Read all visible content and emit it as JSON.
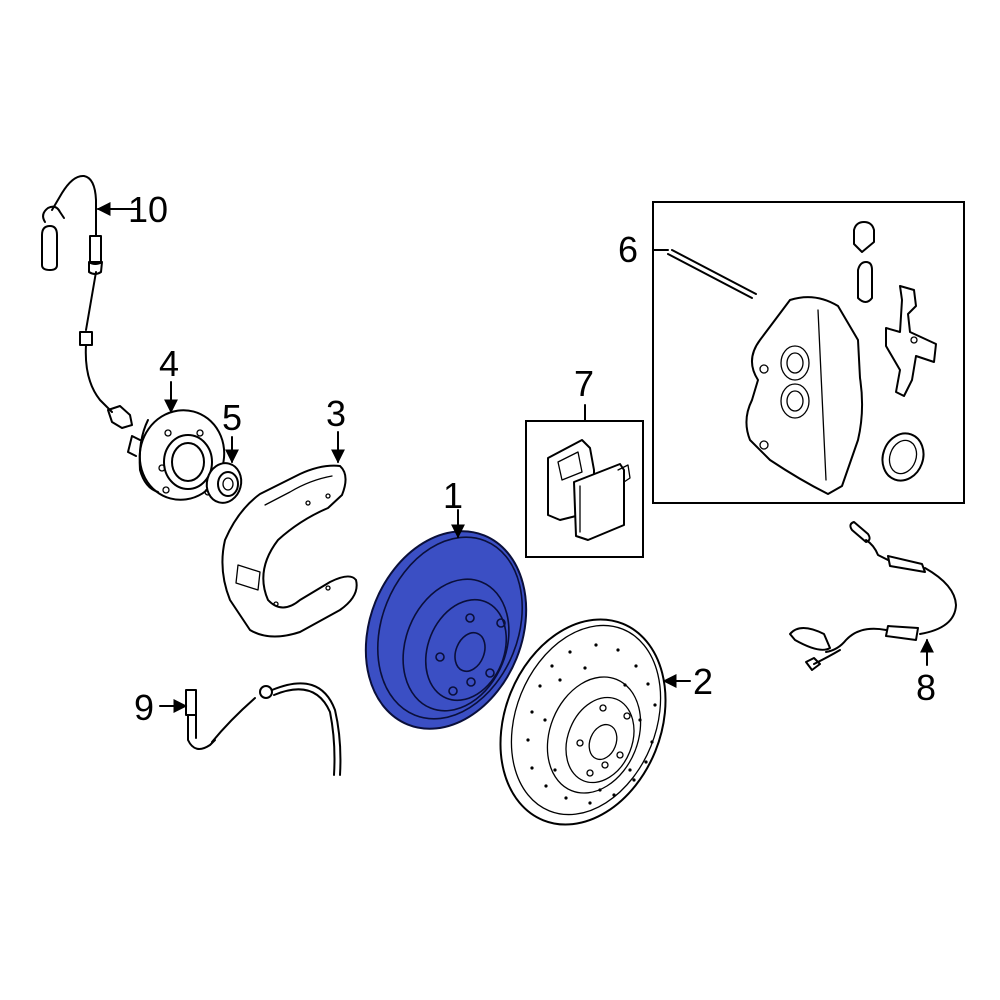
{
  "diagram": {
    "type": "exploded-parts-diagram",
    "subject": "Front brake assembly",
    "highlight_color": "#3b4fc4",
    "line_color": "#000000",
    "background": "#ffffff",
    "callouts": [
      {
        "number": "1",
        "part": "brake-rotor",
        "highlighted": true
      },
      {
        "number": "2",
        "part": "drilled-brake-rotor",
        "highlighted": false
      },
      {
        "number": "3",
        "part": "splash-shield",
        "highlighted": false
      },
      {
        "number": "4",
        "part": "wheel-hub-bearing",
        "highlighted": false
      },
      {
        "number": "5",
        "part": "hub-nut",
        "highlighted": false
      },
      {
        "number": "6",
        "part": "brake-caliper-assembly",
        "highlighted": false
      },
      {
        "number": "7",
        "part": "brake-pads",
        "highlighted": false
      },
      {
        "number": "8",
        "part": "rear-pad-wear-sensor",
        "highlighted": false
      },
      {
        "number": "9",
        "part": "abs-sensor",
        "highlighted": false
      },
      {
        "number": "10",
        "part": "front-pad-wear-sensor",
        "highlighted": false
      }
    ]
  }
}
